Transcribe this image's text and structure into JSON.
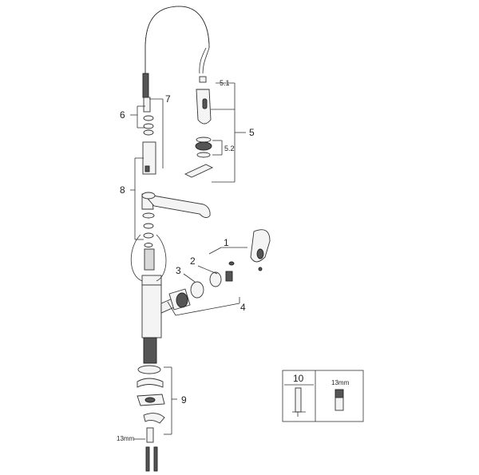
{
  "callouts": {
    "c1": "1",
    "c2": "2",
    "c3": "3",
    "c4": "4",
    "c5": "5",
    "c5_1": "5.1",
    "c5_2": "5.2",
    "c6": "6",
    "c7": "7",
    "c8": "8",
    "c9": "9"
  },
  "dimension_left": "13mm",
  "inset": {
    "number": "10",
    "dimension": "13mm"
  }
}
